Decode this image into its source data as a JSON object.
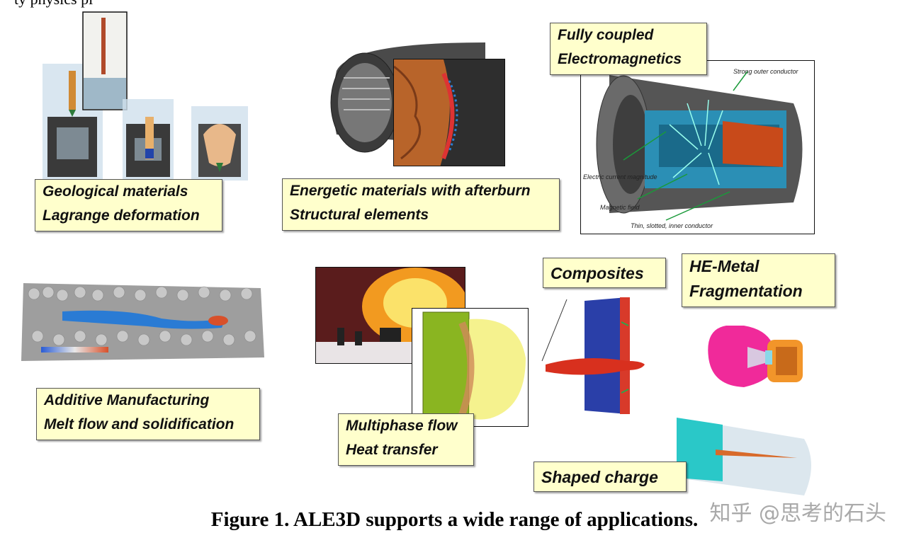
{
  "top_fragment": "ty physics pl",
  "panels": {
    "geological": {
      "line1": "Geological materials",
      "line2": "Lagrange deformation"
    },
    "energetic": {
      "line1": "Energetic materials with afterburn",
      "line2": "Structural elements"
    },
    "electromagnetics": {
      "line1": "Fully coupled",
      "line2": "Electromagnetics",
      "annotations": {
        "outer": "Strong outer conductor",
        "current": "Electric current magnitude",
        "field": "Magnetic field",
        "inner": "Thin, slotted, inner conductor"
      }
    },
    "additive": {
      "line1": "Additive Manufacturing",
      "line2": "Melt flow and solidification"
    },
    "multiphase": {
      "line1": "Multiphase flow",
      "line2": "Heat transfer"
    },
    "composites": {
      "line1": "Composites"
    },
    "he_metal": {
      "line1": "HE-Metal",
      "line2": "Fragmentation"
    },
    "shaped_charge": {
      "line1": "Shaped charge"
    }
  },
  "caption": "Figure 1. ALE3D supports a wide range of applications.",
  "watermark": "知乎 @思考的石头",
  "colors": {
    "label_bg": "#ffffcc",
    "label_border": "#555555"
  }
}
